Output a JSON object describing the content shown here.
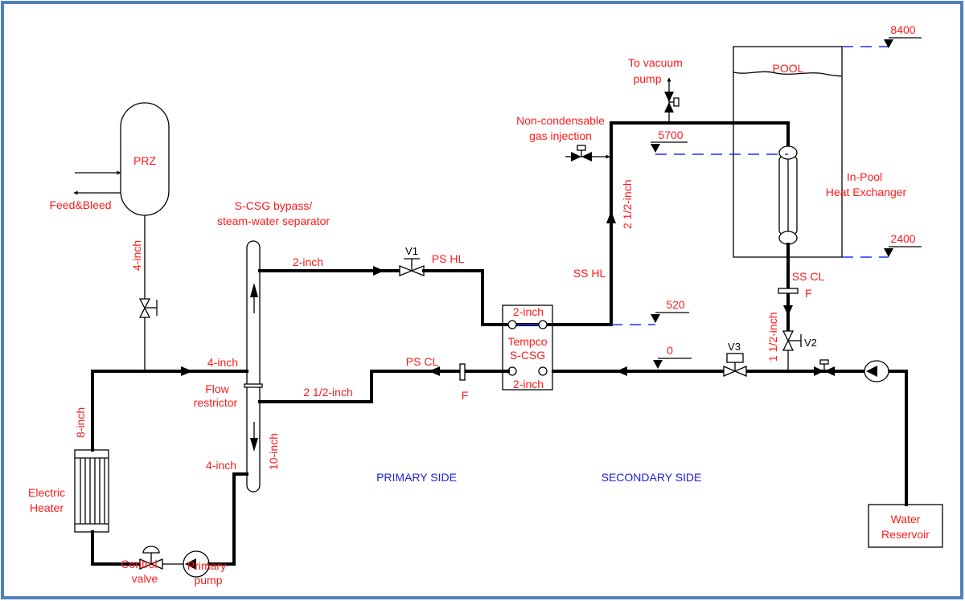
{
  "components": {
    "prz": "PRZ",
    "feed_bleed": "Feed&Bleed",
    "separator": [
      "S-CSG bypass/",
      "steam-water separator"
    ],
    "flow_restrictor": [
      "Flow",
      "restrictor"
    ],
    "electric_heater": [
      "Electric",
      "Heater"
    ],
    "control_valve": [
      "Control",
      "valve"
    ],
    "primary_pump": [
      "Primary",
      "pump"
    ],
    "tempco": [
      "Tempco",
      "S-CSG"
    ],
    "pool": "POOL",
    "in_pool_hx": [
      "In-Pool",
      "Heat Exchanger"
    ],
    "water_reservoir": [
      "Water",
      "Reservoir"
    ],
    "vacuum_pump": [
      "To vacuum",
      "pump"
    ],
    "gas_injection": [
      "Non-condensable",
      "gas injection"
    ]
  },
  "pipe_sizes": {
    "prz_line": "4-inch",
    "hot_leg": "4-inch",
    "heater_riser": "8-inch",
    "pump_discharge": "4-inch",
    "separator": "10-inch",
    "steam_line": "2-inch",
    "return_line": "2 1/2-inch",
    "hx_top": "2-inch",
    "hx_bottom": "2-inch",
    "ss_hl": "2 1/2-inch",
    "ss_cl": "1 1/2-inch"
  },
  "line_labels": {
    "ps_hl": "PS HL",
    "ps_cl": "PS CL",
    "ss_hl": "SS HL",
    "ss_cl": "SS CL",
    "flowmeter_primary": "F",
    "flowmeter_secondary": "F"
  },
  "valves": {
    "v1": "V1",
    "v2": "V2",
    "v3": "V3"
  },
  "elevations": [
    "8400",
    "5700",
    "2400",
    "520",
    "0"
  ],
  "regions": {
    "primary": "PRIMARY SIDE",
    "secondary": "SECONDARY SIDE"
  },
  "colors": {
    "label": "#ff1a1a",
    "region": "#2020e0",
    "level_line": "#1f2fff",
    "frame": "#4f81bd"
  }
}
